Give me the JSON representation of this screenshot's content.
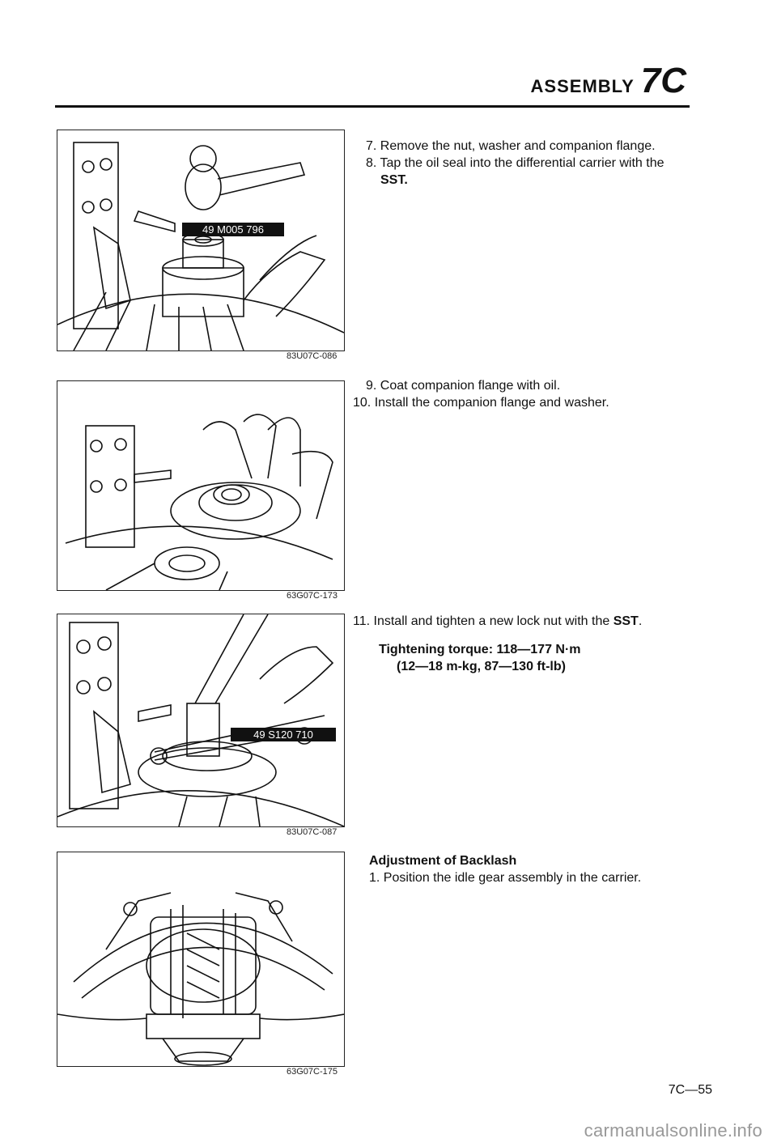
{
  "header": {
    "title": "ASSEMBLY",
    "section": "7C"
  },
  "figures": [
    {
      "code": "83U07C-086",
      "sst_label": "49 M005 796"
    },
    {
      "code": "63G07C-173"
    },
    {
      "code": "83U07C-087",
      "sst_label": "49 S120 710"
    },
    {
      "code": "63G07C-175"
    }
  ],
  "steps": {
    "s7": "7. Remove the nut, washer and companion flange.",
    "s8_a": "8. Tap the oil seal into the differential carrier with the",
    "s8_b": "SST.",
    "s9": "9. Coat companion flange with oil.",
    "s10": "10. Install the companion flange and washer.",
    "s11_a": "11. Install and tighten a new lock nut with the ",
    "s11_b": "SST",
    "s11_c": ".",
    "torque_a": "Tightening torque: 118—177 N·m",
    "torque_b": "(12—18 m-kg, 87—130 ft-lb)",
    "adj_heading": "Adjustment of Backlash",
    "s1": "1. Position the idle gear assembly in the carrier."
  },
  "footer": {
    "page": "7C—55",
    "watermark": "carmanualsonline.info"
  }
}
